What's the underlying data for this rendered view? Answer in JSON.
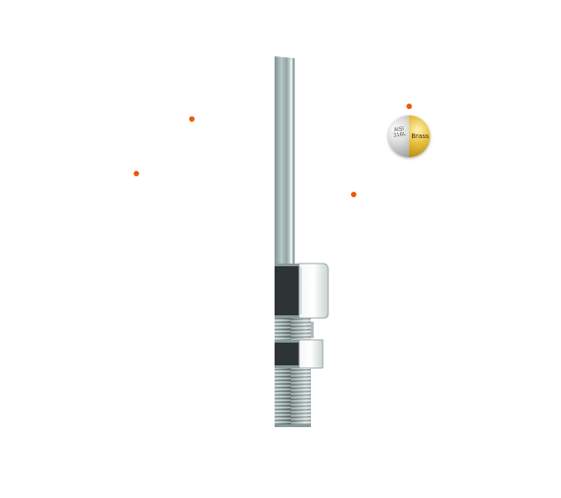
{
  "hotspots": [
    {
      "name": "hotspot-upper-left",
      "color": "#e85a0c"
    },
    {
      "name": "hotspot-left",
      "color": "#e85a0c"
    },
    {
      "name": "hotspot-center-right",
      "color": "#e85a0c"
    },
    {
      "name": "hotspot-badge",
      "color": "#e85a0c"
    }
  ],
  "material_badge": {
    "left_label": "AISI\n316L",
    "right_label": "Brass",
    "left_color": "#c8c8c8",
    "right_color": "#e0b22e"
  },
  "product": {
    "colors": {
      "steel_light": "#d6e0e0",
      "steel_mid": "#94a8a8",
      "steel_dark": "#5e7272",
      "nut_dark": "#2e3434"
    }
  }
}
